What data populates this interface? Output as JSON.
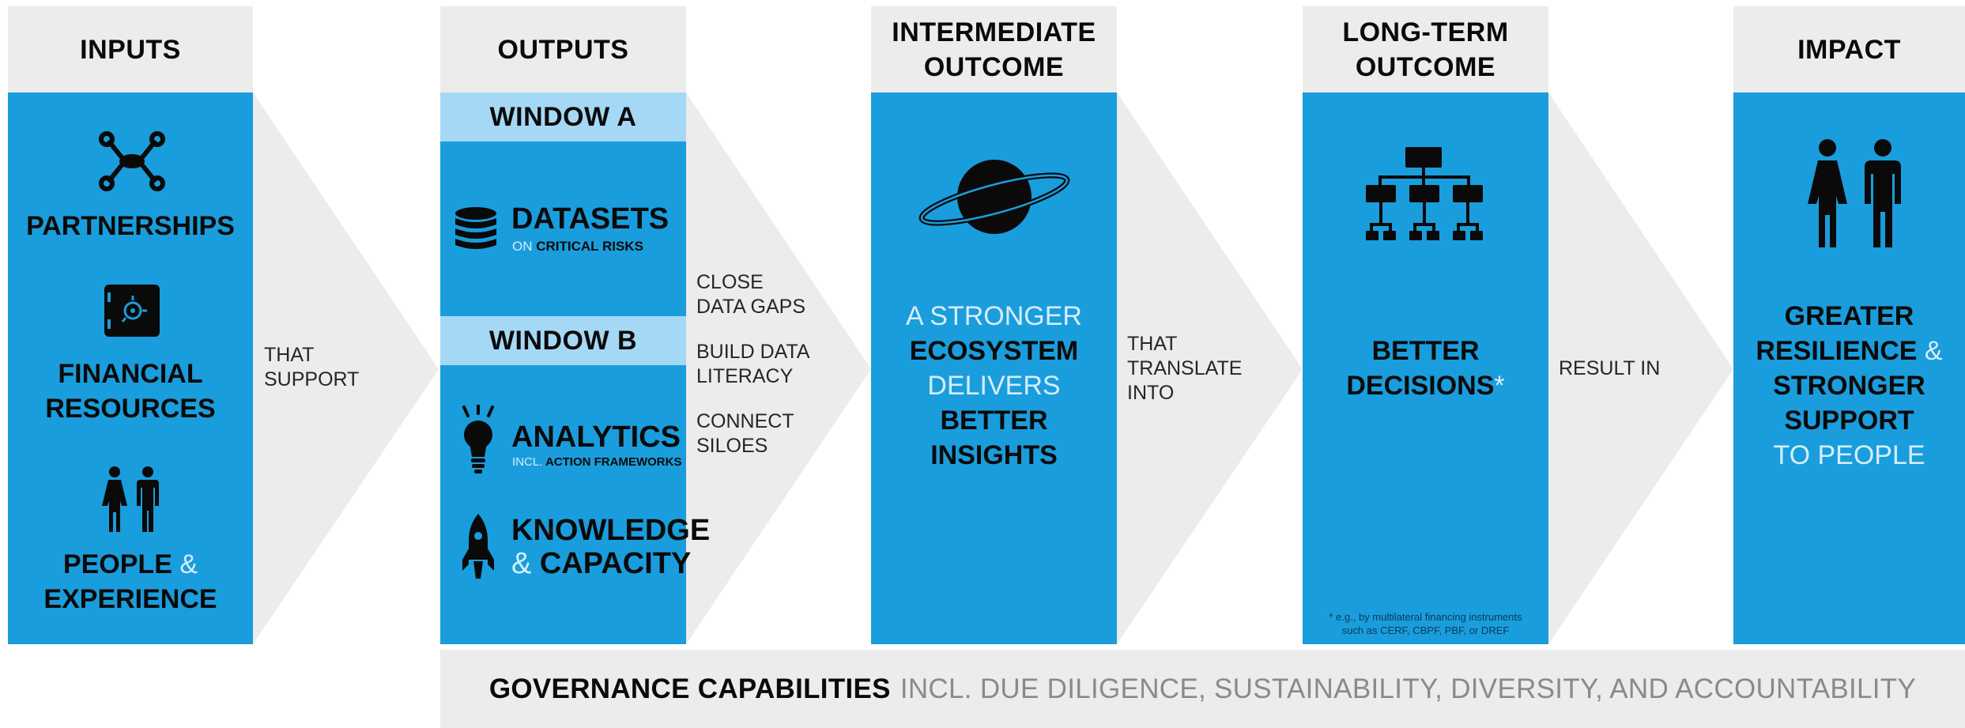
{
  "stages": {
    "inputs": {
      "title": "INPUTS"
    },
    "outputs": {
      "title": "OUTPUTS"
    },
    "intermediate": {
      "title_line1": "INTERMEDIATE",
      "title_line2": "OUTCOME"
    },
    "longterm": {
      "title_line1": "LONG-TERM",
      "title_line2": "OUTCOME"
    },
    "impact": {
      "title": "IMPACT"
    }
  },
  "inputs": {
    "partnerships": "PARTNERSHIPS",
    "financial_line1": "FINANCIAL",
    "financial_line2": "RESOURCES",
    "people_bold": "PEOPLE",
    "people_amp": "&",
    "experience": "EXPERIENCE"
  },
  "connector1": {
    "line1": "THAT",
    "line2": "SUPPORT"
  },
  "outputs": {
    "window_a": "WINDOW A",
    "window_b": "WINDOW B",
    "datasets": "DATASETS",
    "datasets_on": "ON",
    "datasets_sub": "CRITICAL RISKS",
    "analytics": "ANALYTICS",
    "analytics_incl": "INCL.",
    "analytics_sub": "ACTION FRAMEWORKS",
    "knowledge": "KNOWLEDGE",
    "capacity_amp": "&",
    "capacity": "CAPACITY"
  },
  "connector2": {
    "close_1": "CLOSE",
    "close_2": "DATA GAPS",
    "build_1": "BUILD DATA",
    "build_2": "LITERACY",
    "connect_1": "CONNECT",
    "connect_2": "SILOES"
  },
  "intermediate": {
    "line1": "A STRONGER",
    "line2": "ECOSYSTEM",
    "line3": "DELIVERS",
    "line4": "BETTER",
    "line5": "INSIGHTS"
  },
  "connector3": {
    "line1": "THAT",
    "line2": "TRANSLATE",
    "line3": "INTO"
  },
  "longterm": {
    "line1": "BETTER",
    "line2": "DECISIONS",
    "asterisk": "*",
    "footnote_1": "* e.g., by multilateral financing instruments",
    "footnote_2": "such as CERF, CBPF, PBF, or DREF"
  },
  "connector4": {
    "line1": "RESULT IN"
  },
  "impact": {
    "line1": "GREATER",
    "line2": "RESILIENCE",
    "amp": "&",
    "line3": "STRONGER",
    "line4": "SUPPORT",
    "line5": "TO PEOPLE"
  },
  "footer": {
    "bold": "GOVERNANCE CAPABILITIES",
    "rest": "INCL. DUE DILIGENCE, SUSTAINABILITY, DIVERSITY, AND ACCOUNTABILITY"
  },
  "colors": {
    "blue": "#1a9ddc",
    "light_blue": "#a5d8f5",
    "grey": "#ececec",
    "black": "#0a0a0a"
  },
  "icons": [
    "network-icon",
    "safe-icon",
    "people-icon",
    "database-icon",
    "lightbulb-icon",
    "rocket-icon",
    "planet-icon",
    "org-chart-icon"
  ]
}
